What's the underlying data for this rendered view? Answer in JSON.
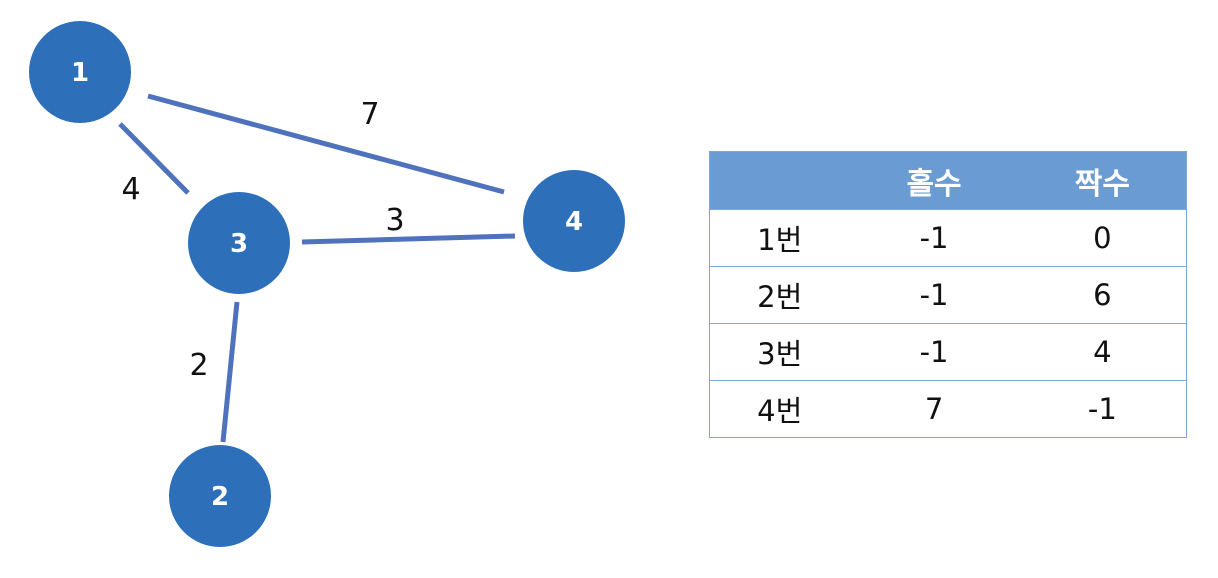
{
  "graph": {
    "node_color": "#2e6fba",
    "edge_color": "#4f72bd",
    "nodes": [
      {
        "id": "1",
        "label": "1"
      },
      {
        "id": "2",
        "label": "2"
      },
      {
        "id": "3",
        "label": "3"
      },
      {
        "id": "4",
        "label": "4"
      }
    ],
    "edges": [
      {
        "from": "1",
        "to": "4",
        "weight": "7"
      },
      {
        "from": "1",
        "to": "3",
        "weight": "4"
      },
      {
        "from": "3",
        "to": "4",
        "weight": "3"
      },
      {
        "from": "3",
        "to": "2",
        "weight": "2"
      }
    ]
  },
  "table": {
    "header_color": "#6a9bd2",
    "headers": [
      "",
      "홀수",
      "짝수"
    ],
    "rows": [
      [
        "1번",
        "-1",
        "0"
      ],
      [
        "2번",
        "-1",
        "6"
      ],
      [
        "3번",
        "-1",
        "4"
      ],
      [
        "4번",
        "7",
        "-1"
      ]
    ]
  }
}
